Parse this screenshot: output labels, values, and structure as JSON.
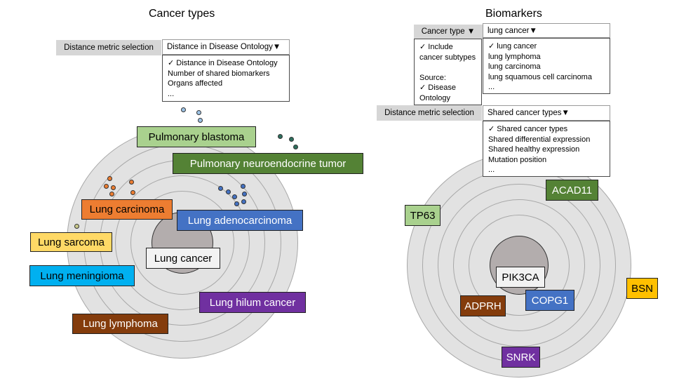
{
  "left": {
    "title": "Cancer types",
    "metric_label": "Distance metric selection",
    "metric_value": "Distance in Disease Ontology▼",
    "metric_options": [
      "✓ Distance in Disease Ontology",
      "Number of shared biomarkers",
      "Organs affected",
      "..."
    ],
    "labels": {
      "pulmonary_blastoma": "Pulmonary blastoma",
      "pulmonary_neuroendocrine": "Pulmonary neuroendocrine tumor",
      "lung_carcinoma": "Lung carcinoma",
      "lung_adenocarcinoma": "Lung adenocarcinoma",
      "lung_sarcoma": "Lung sarcoma",
      "lung_cancer": "Lung cancer",
      "lung_meningioma": "Lung meningioma",
      "lung_hilum": "Lung hilum cancer",
      "lung_lymphoma": "Lung lymphoma"
    }
  },
  "right": {
    "title": "Biomarkers",
    "cancer_type_label": "Cancer type ▼",
    "cancer_type_value": "lung cancer▼",
    "filter_options": [
      "✓ Include",
      "cancer subtypes",
      "",
      "Source:",
      "✓ Disease",
      "Ontology"
    ],
    "cancer_options": [
      "✓ lung cancer",
      "lung lymphoma",
      "lung carcinoma",
      "lung squamous cell carcinoma",
      "..."
    ],
    "metric_label": "Distance metric selection",
    "metric_value": "Shared cancer types▼",
    "metric_options": [
      "✓ Shared cancer types",
      "Shared differential expression",
      "Shared healthy expression",
      "Mutation position",
      "..."
    ],
    "labels": {
      "tp63": "TP63",
      "acad11": "ACAD11",
      "pik3ca": "PIK3CA",
      "bsn": "BSN",
      "adprh": "ADPRH",
      "copg1": "COPG1",
      "snrk": "SNRK"
    }
  },
  "colors": {
    "light_green": "#a9d18e",
    "dark_green": "#548235",
    "orange": "#ed7d31",
    "blue": "#4472c4",
    "yellow": "#ffd966",
    "cyan": "#00b0f0",
    "purple": "#7030a0",
    "brown": "#843c0c",
    "gold": "#ffc000",
    "white": "#f2f2f2",
    "teal_light": "#9dc3e6",
    "teal_dark": "#2e6f5e",
    "olive": "#c9c98a"
  }
}
